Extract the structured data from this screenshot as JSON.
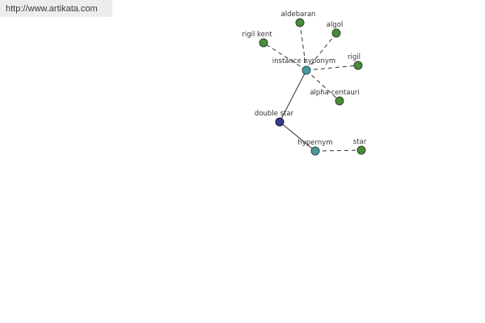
{
  "url": "http://www.artikata.com",
  "graph": {
    "center": "double star",
    "relations": {
      "instance_hyponym": "instance hyponym",
      "hypernym": "hypernym"
    },
    "instance_hyponym_terms": [
      "aldebaran",
      "algol",
      "rigil kent",
      "rigil",
      "alpha centauri"
    ],
    "hypernym_terms": [
      "star"
    ],
    "colors": {
      "leaf": "#4a8a3a",
      "relation": "#4a9a9a",
      "center": "#3a3a8a"
    }
  }
}
